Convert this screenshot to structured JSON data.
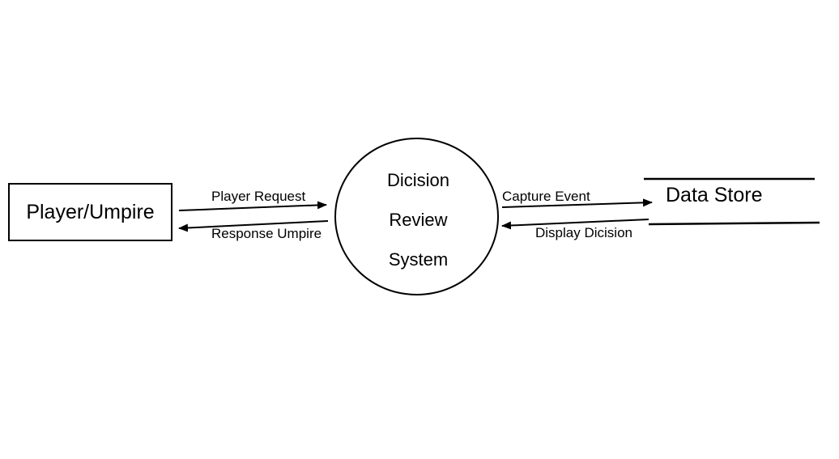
{
  "entity": {
    "label": "Player/Umpire"
  },
  "process": {
    "lines": [
      "Dicision",
      "Review",
      "System"
    ]
  },
  "data_store": {
    "label": "Data Store"
  },
  "flows": {
    "player_request": "Player Request",
    "response_umpire": "Response Umpire",
    "capture_event": "Capture Event",
    "display_decision": "Display Dicision"
  },
  "colors": {
    "stroke": "#000000",
    "background": "#ffffff"
  }
}
